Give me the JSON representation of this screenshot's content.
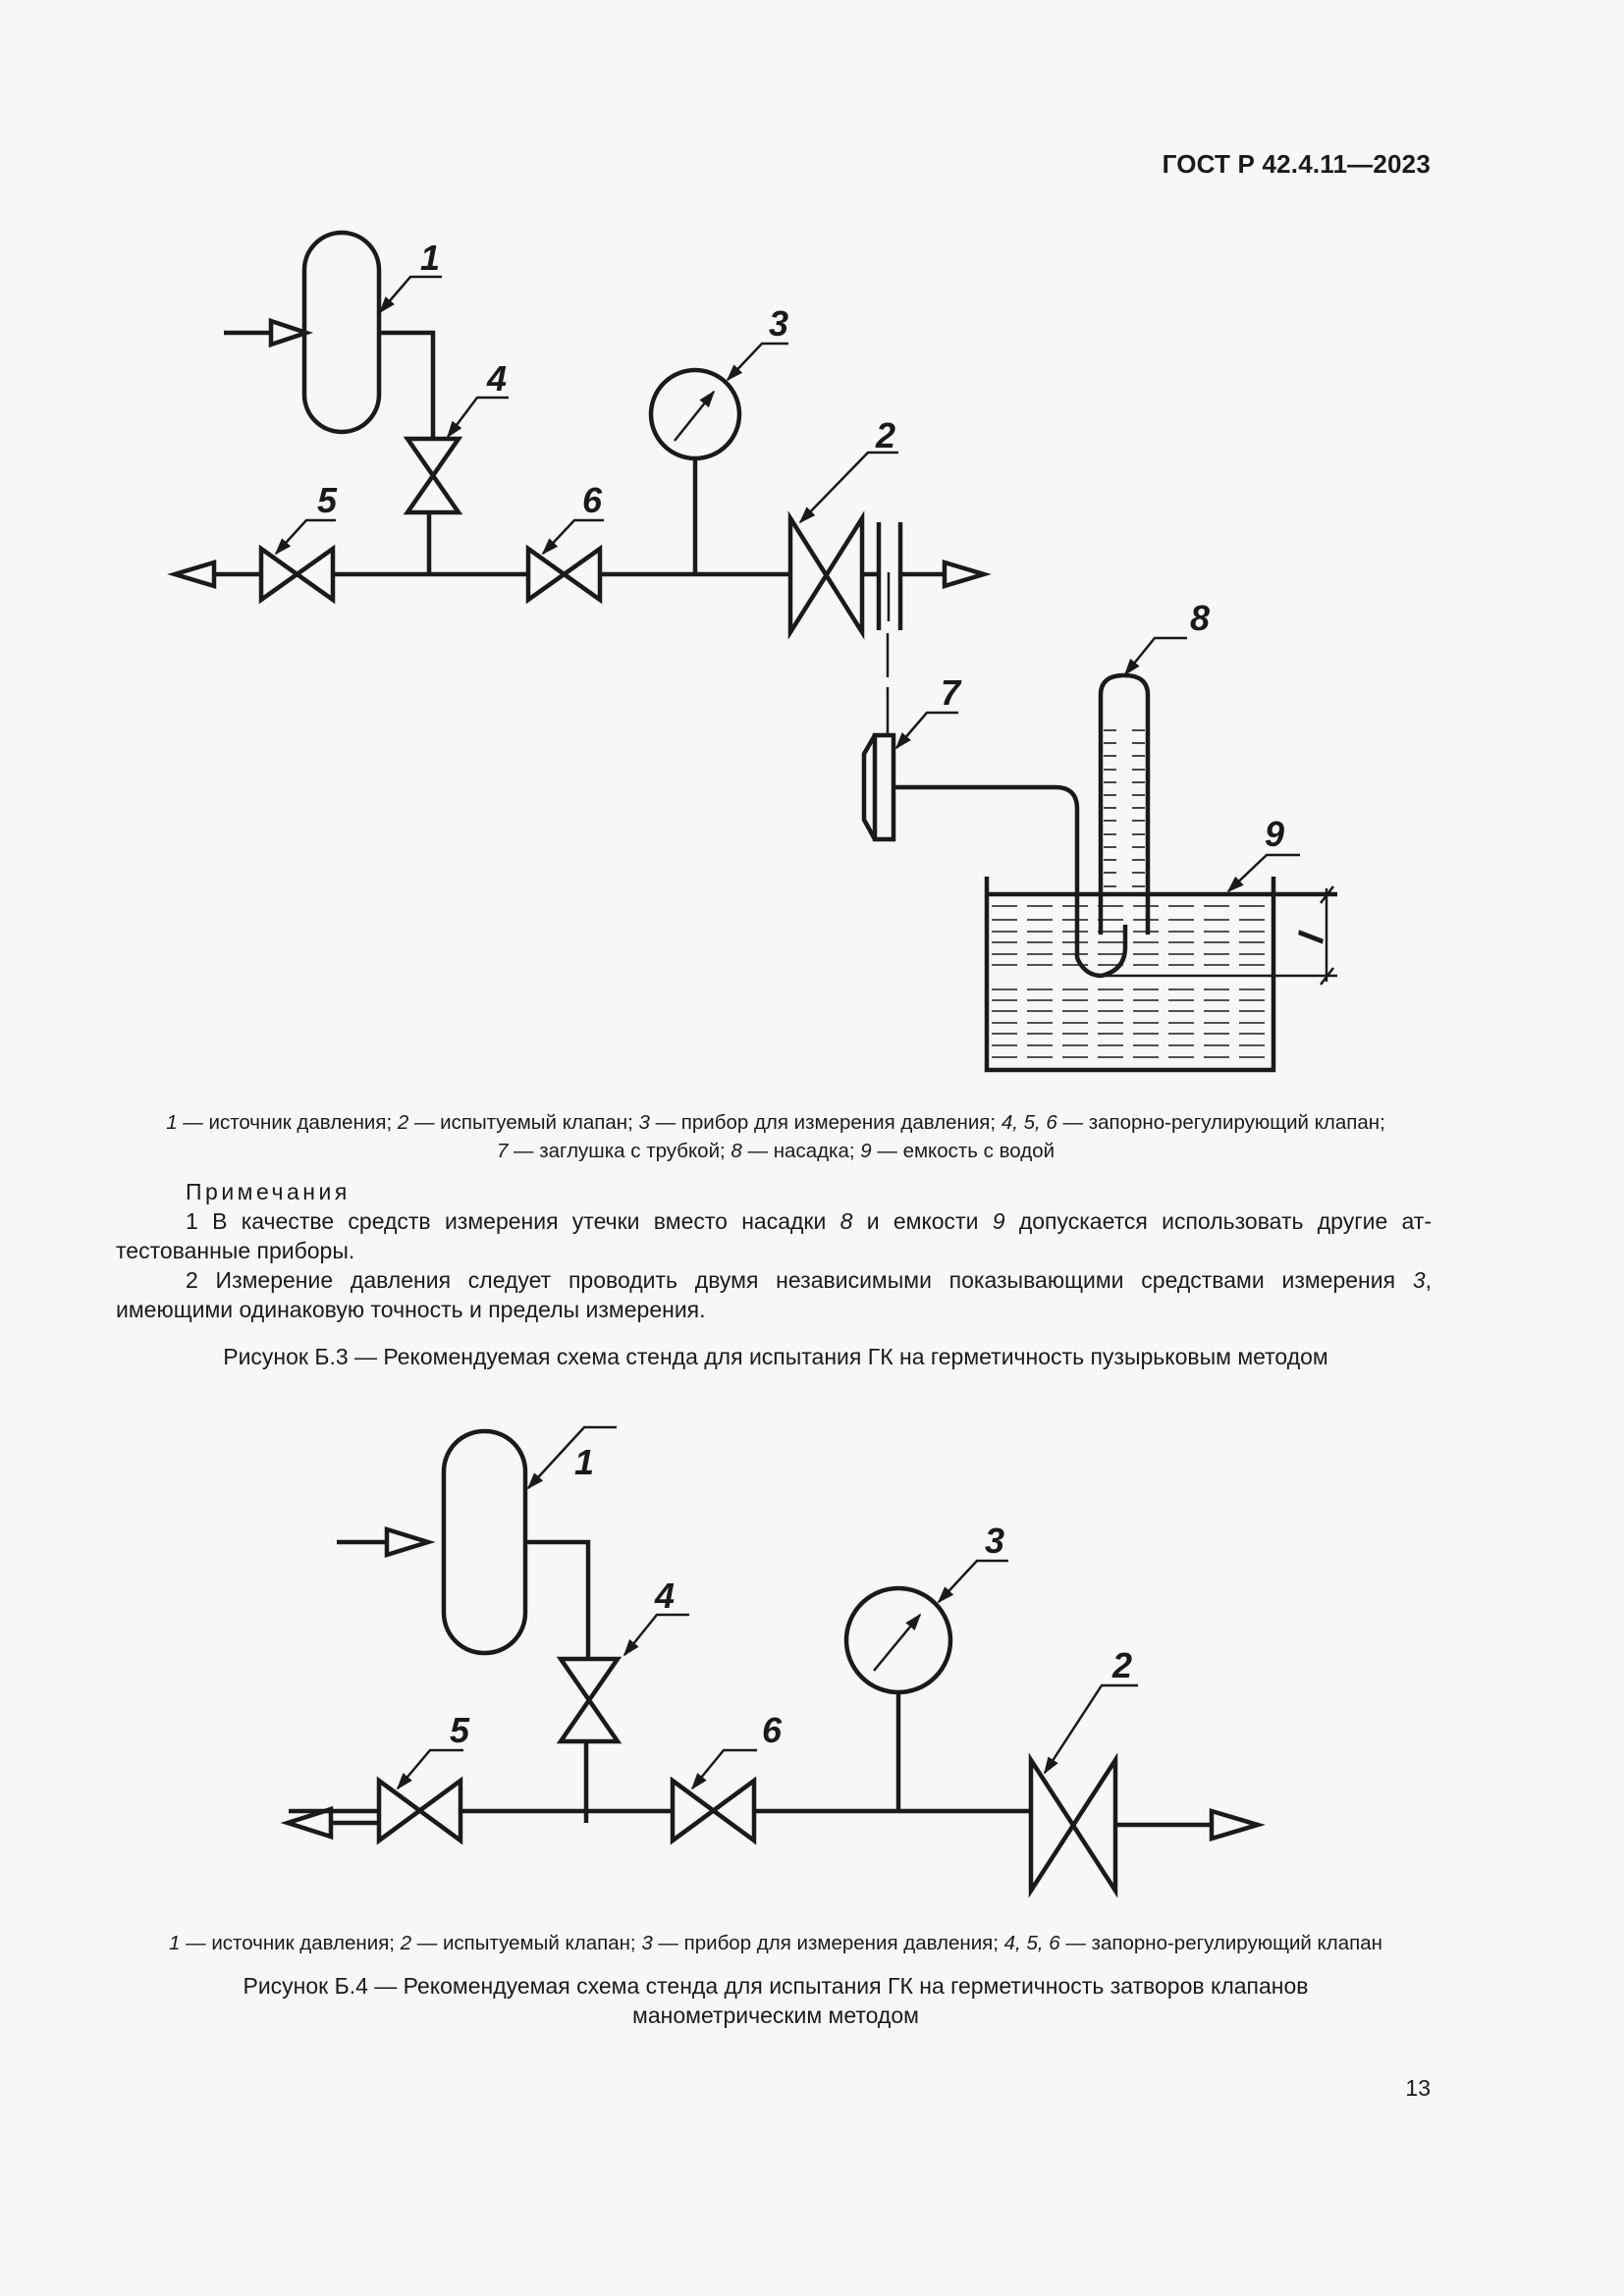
{
  "header": {
    "doc_code": "ГОСТ Р 42.4.11—2023"
  },
  "figure_b3": {
    "callouts": [
      "1",
      "2",
      "3",
      "4",
      "5",
      "6",
      "7",
      "8",
      "9"
    ],
    "dimension_label": "l",
    "legend": {
      "line1": [
        {
          "num": "1",
          "text": " — источник давления; "
        },
        {
          "num": "2",
          "text": " — испытуемый клапан; "
        },
        {
          "num": "3",
          "text": " — прибор для измерения давления; "
        },
        {
          "num": "4, 5, 6",
          "text": " — запорно-регулирующий клапан;"
        }
      ],
      "line2": [
        {
          "num": "7",
          "text": " — заглушка с трубкой; "
        },
        {
          "num": "8",
          "text": " — насадка; "
        },
        {
          "num": "9",
          "text": " — емкость с водой"
        }
      ]
    },
    "notes": {
      "title": "Примечания",
      "note1": {
        "a": "1 В качестве средств измерения утечки вместо насадки ",
        "ref1": "8",
        "b": " и емкости ",
        "ref2": "9",
        "c": " допускается использовать другие ат-тестованные приборы."
      },
      "note2": {
        "a": "2 Измерение давления следует проводить двумя независимыми показывающими средствами измерения ",
        "ref1": "3",
        "b": ", имеющими одинаковую точность и пределы измерения."
      }
    },
    "caption": "Рисунок Б.3 — Рекомендуемая схема стенда для испытания ГК на герметичность пузырьковым методом"
  },
  "figure_b4": {
    "callouts": [
      "1",
      "2",
      "3",
      "4",
      "5",
      "6"
    ],
    "legend": {
      "line1": [
        {
          "num": "1",
          "text": " — источник давления; "
        },
        {
          "num": "2",
          "text": " — испытуемый клапан; "
        },
        {
          "num": "3",
          "text": " — прибор для измерения давления; "
        },
        {
          "num": "4, 5, 6",
          "text": " — запорно-регулирующий клапан"
        }
      ]
    },
    "caption_line1": "Рисунок Б.4 — Рекомендуемая схема стенда для испытания ГК на герметичность затворов клапанов",
    "caption_line2": "манометрическим методом"
  },
  "footer": {
    "page_number": "13"
  }
}
